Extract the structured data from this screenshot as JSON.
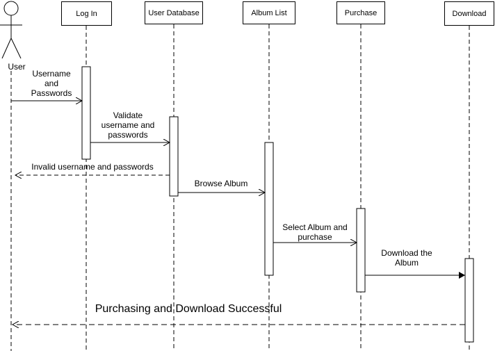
{
  "actor": {
    "name": "User"
  },
  "lifelines": {
    "login": "Log In",
    "user_db": "User Database",
    "album_list": "Album List",
    "purchase": "Purchase",
    "download": "Download"
  },
  "messages": {
    "m1": [
      "Username",
      "and",
      "Passwords"
    ],
    "m2": [
      "Validate",
      "username and",
      "passwords"
    ],
    "m3": "Invalid username and passwords",
    "m4": "Browse Album",
    "m5": [
      "Select Album and",
      "purchase"
    ],
    "m6": [
      "Download the",
      "Album"
    ],
    "m7": "Purchasing and Download Successful"
  }
}
